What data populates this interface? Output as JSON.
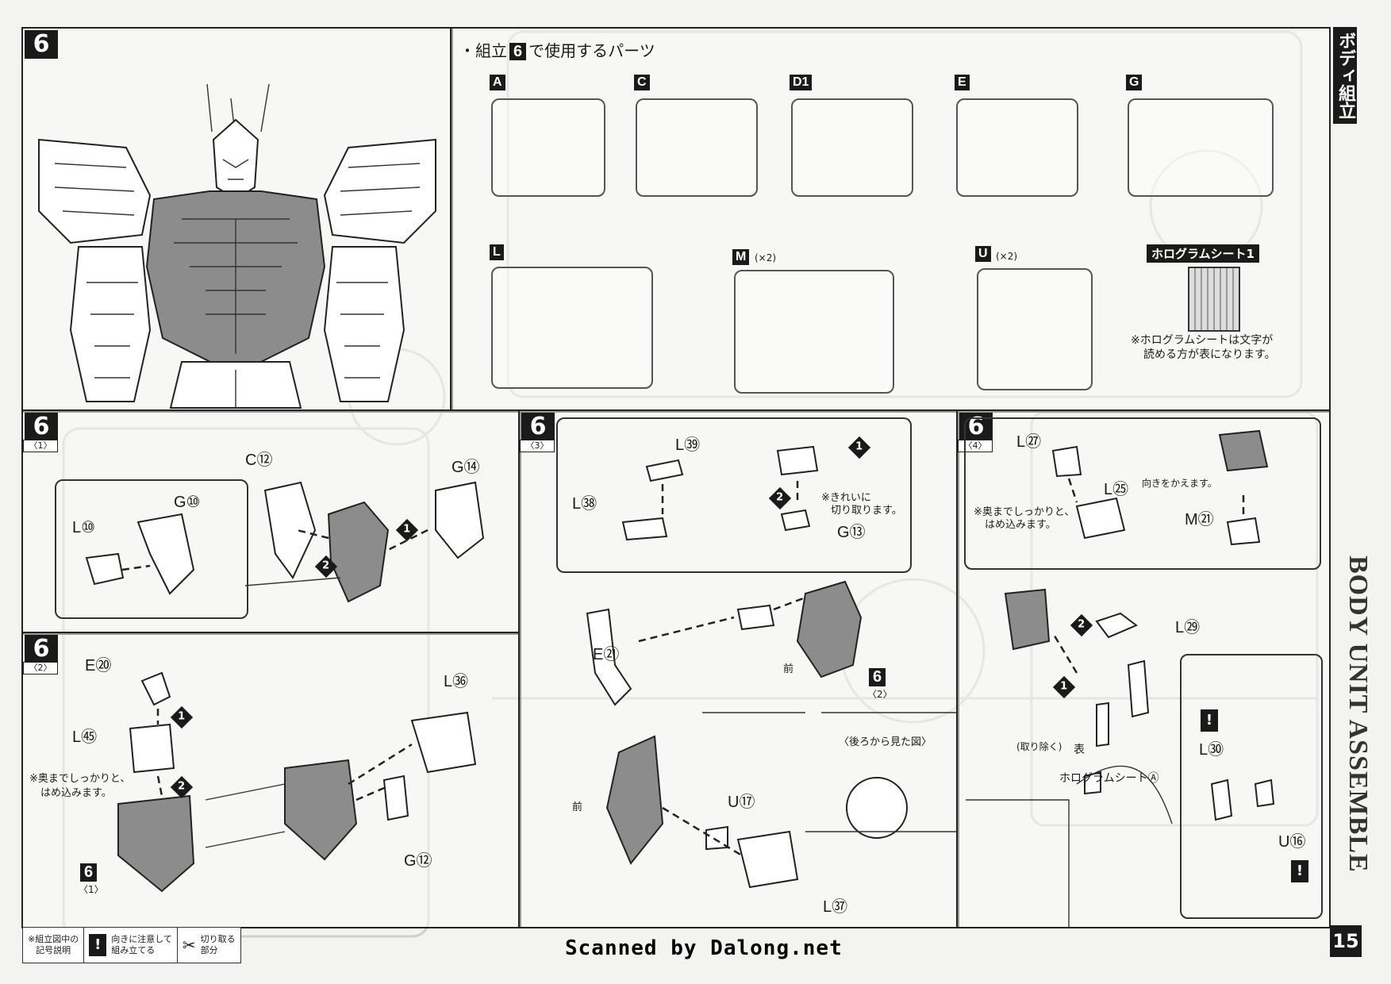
{
  "step_main": {
    "number": "6"
  },
  "parts_header": {
    "bullet": "・",
    "prefix": "組立",
    "step": "6",
    "suffix": "で使用するパーツ"
  },
  "runners": [
    {
      "letter": "A",
      "mult": ""
    },
    {
      "letter": "C",
      "mult": ""
    },
    {
      "letter": "D1",
      "mult": ""
    },
    {
      "letter": "E",
      "mult": ""
    },
    {
      "letter": "G",
      "mult": ""
    },
    {
      "letter": "L",
      "mult": ""
    },
    {
      "letter": "M",
      "mult": "(×2)"
    },
    {
      "letter": "U",
      "mult": "(×2)"
    }
  ],
  "hologram": {
    "title": "ホログラムシート1",
    "note_line1": "※ホログラムシートは文字が",
    "note_line2": "読める方が表になります。"
  },
  "substeps": {
    "s1": {
      "number": "6",
      "sub": "〈1〉",
      "labels": [
        "C⑫",
        "G⑭",
        "G⑩",
        "L⑩"
      ],
      "steps": [
        "1",
        "2"
      ]
    },
    "s2": {
      "number": "6",
      "sub": "〈2〉",
      "labels": [
        "E⑳",
        "L㊺",
        "L㊱",
        "G⑫"
      ],
      "note_line1": "※奥までしっかりと、",
      "note_line2": "はめ込みます。",
      "ref": "6",
      "ref_sub": "〈1〉",
      "steps": [
        "1",
        "2"
      ]
    },
    "s3": {
      "number": "6",
      "sub": "〈3〉",
      "labels": [
        "L㊴",
        "L㊳",
        "G⑬",
        "E㉑",
        "U⑰",
        "L㊲"
      ],
      "note_line1": "※きれいに",
      "note_line2": "切り取ります。",
      "front": "前",
      "front2": "前",
      "back_view": "〈後ろから見た図〉",
      "ref": "6",
      "ref_sub": "〈2〉",
      "steps": [
        "1",
        "2"
      ]
    },
    "s4": {
      "number": "6",
      "sub": "〈4〉",
      "labels": [
        "L㉗",
        "L㉕",
        "M㉑",
        "L㉙",
        "L㉚",
        "U⑯"
      ],
      "note_line1": "※奥までしっかりと、",
      "note_line2": "はめ込みます。",
      "turn": "向きをかえます。",
      "remove": "(取り除く)",
      "face": "表",
      "hologram_a": "ホログラムシートⒶ",
      "steps": [
        "1",
        "2"
      ]
    }
  },
  "sidebar": {
    "jp": "ボディ組立",
    "en": "BODY UNIT ASSEMBLE",
    "page": "15"
  },
  "legend": {
    "title_line1": "※組立図中の",
    "title_line2": "記号説明",
    "caution_line1": "向きに注意して",
    "caution_line2": "組み立てる",
    "cut_line1": "切り取る",
    "cut_line2": "部分"
  },
  "watermark": "Scanned by Dalong.net",
  "colors": {
    "ink": "#1a1a1a",
    "paper": "#f3f3f1",
    "part_shade": "#8c8c8c"
  }
}
